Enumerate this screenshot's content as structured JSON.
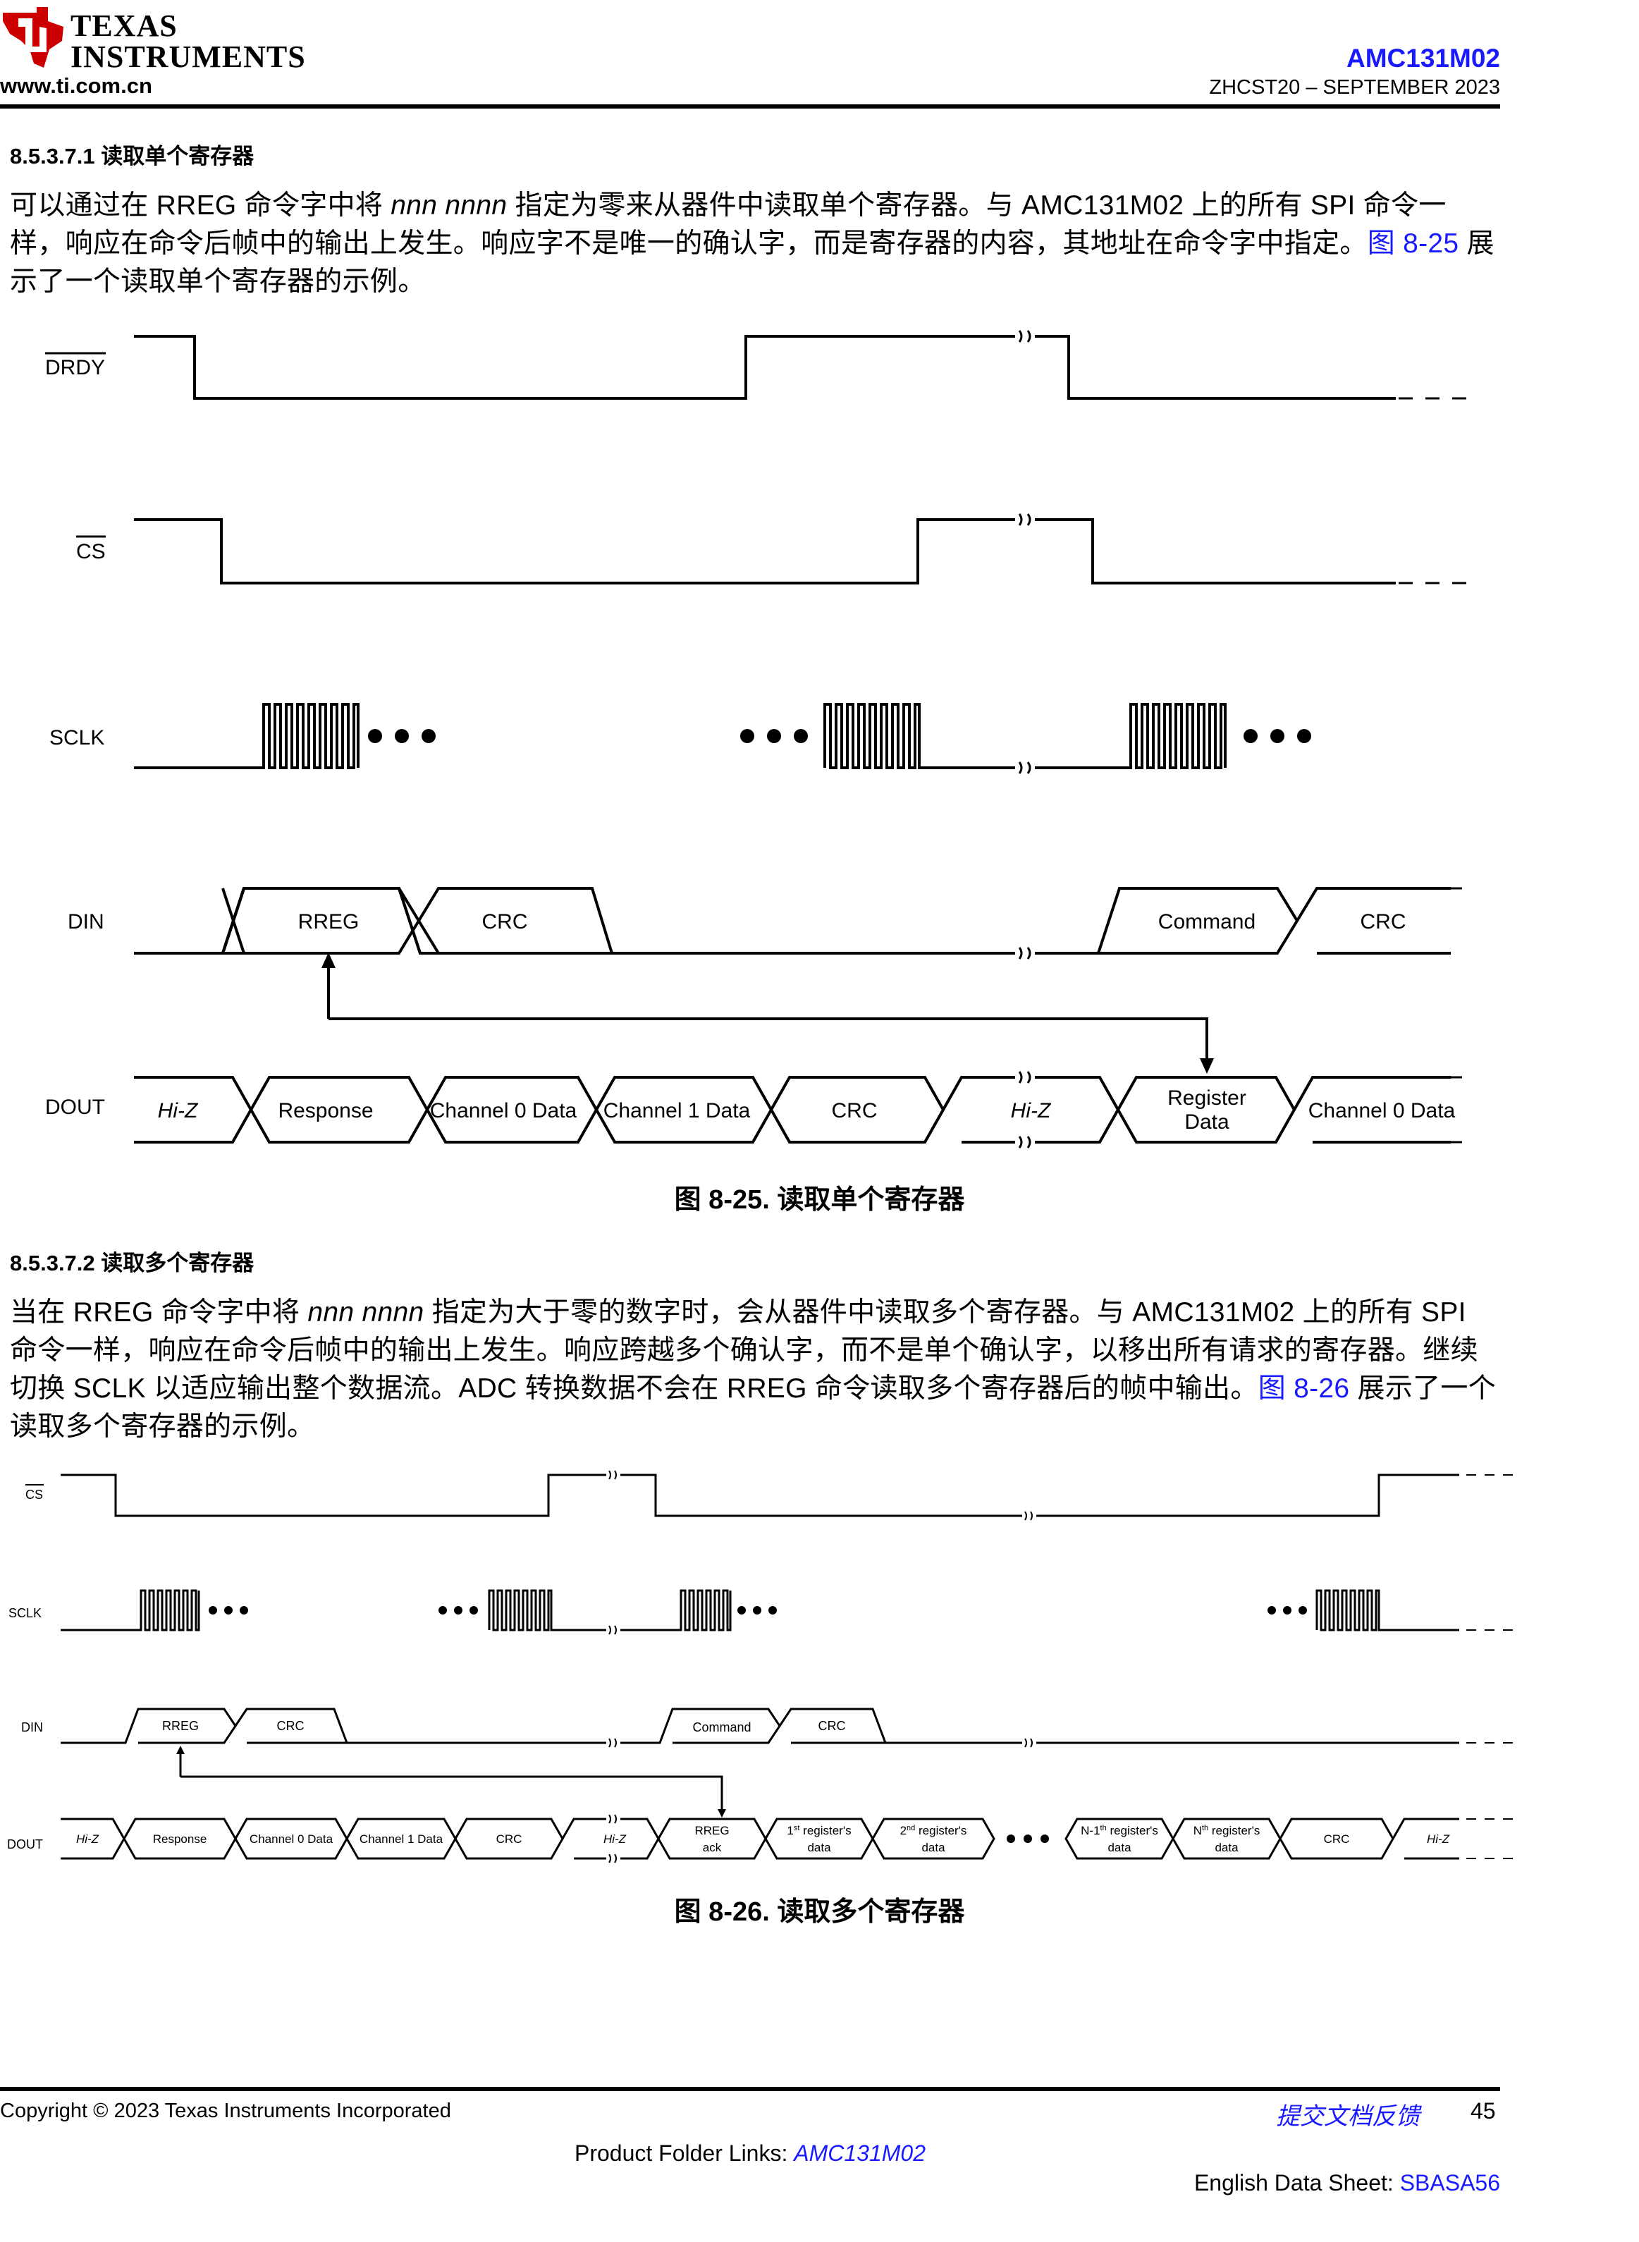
{
  "header": {
    "logo_line1": "TEXAS",
    "logo_line2": "INSTRUMENTS",
    "website": "www.ti.com.cn",
    "part_number": "AMC131M02",
    "doc_id": "ZHCST20 – SEPTEMBER 2023"
  },
  "section1": {
    "heading": "8.5.3.7.1 读取单个寄存器",
    "para_a": "可以通过在 RREG 命令字中将 ",
    "para_italic": "nnn nnnn",
    "para_b": " 指定为零来从器件中读取单个寄存器。与 AMC131M02 上的所有 SPI 命令一样，响应在命令后帧中的输出上发生。响应字不是唯一的确认字，而是寄存器的内容，其地址在命令字中指定。",
    "para_link": "图 8-25",
    "para_c": " 展示了一个读取单个寄存器的示例。"
  },
  "figure1": {
    "signals": [
      "DRDY",
      "CS",
      "SCLK",
      "DIN",
      "DOUT"
    ],
    "din_labels": [
      "RREG",
      "CRC",
      "Command",
      "CRC"
    ],
    "dout_labels": [
      "Hi-Z",
      "Response",
      "Channel 0 Data",
      "Channel 1 Data",
      "CRC",
      "Hi-Z",
      "Register",
      "Data",
      "Channel 0 Data"
    ],
    "caption": "图 8-25. 读取单个寄存器"
  },
  "section2": {
    "heading": "8.5.3.7.2 读取多个寄存器",
    "para_a": "当在 RREG 命令字中将 ",
    "para_italic": "nnn nnnn",
    "para_b": " 指定为大于零的数字时，会从器件中读取多个寄存器。与 AMC131M02 上的所有 SPI 命令一样，响应在命令后帧中的输出上发生。响应跨越多个确认字，而不是单个确认字，以移出所有请求的寄存器。继续切换 SCLK 以适应输出整个数据流。ADC 转换数据不会在 RREG 命令读取多个寄存器后的帧中输出。",
    "para_link": "图 8-26",
    "para_c": " 展示了一个读取多个寄存器的示例。"
  },
  "figure2": {
    "signals": [
      "CS",
      "SCLK",
      "DIN",
      "DOUT"
    ],
    "din_labels": [
      "RREG",
      "CRC",
      "Command",
      "CRC"
    ],
    "dout_labels": [
      "Hi-Z",
      "Response",
      "Channel 0 Data",
      "Channel 1 Data",
      "CRC",
      "Hi-Z",
      "RREG",
      "ack",
      "1",
      "st",
      " register's",
      "data",
      "2",
      "nd",
      " register's",
      "data",
      "N-1",
      "th",
      " register's",
      "data",
      "N",
      "th",
      " register's",
      "data",
      "CRC",
      "Hi-Z"
    ],
    "caption": "图 8-26. 读取多个寄存器"
  },
  "footer": {
    "copyright": "Copyright © 2023 Texas Instruments Incorporated",
    "feedback": "提交文档反馈",
    "page": "45",
    "folder_label": "Product Folder Links: ",
    "folder_link": "AMC131M02",
    "english_label": "English Data Sheet: ",
    "english_link": "SBASA56"
  },
  "colors": {
    "brand_red": "#cc0000",
    "link_blue": "#1a1aff"
  }
}
